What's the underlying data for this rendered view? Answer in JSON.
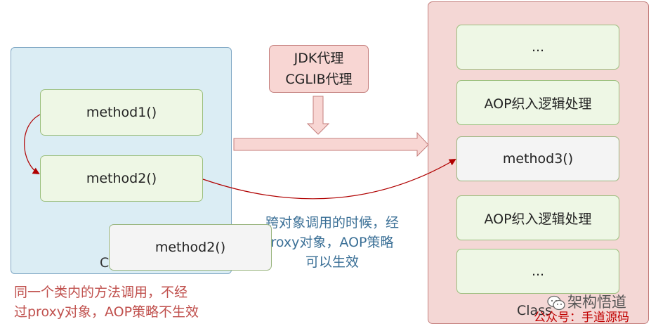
{
  "left_class": {
    "label": "C",
    "method1": "method1()",
    "method2": "method2()",
    "caption_line1": "同一个类内的方法调用，不经",
    "caption_line2": "过proxy对象，AOP策略不生效"
  },
  "proxy": {
    "line1": "JDK代理",
    "line2": "CGLIB代理"
  },
  "external_call": {
    "method": "method2()",
    "caption_line1": "跨对象调用的时候，经",
    "caption_line2": "roxy对象，AOP策略",
    "caption_line3": "可以生效"
  },
  "right_class": {
    "label": "Class",
    "items": [
      "...",
      "AOP织入逻辑处理",
      "method3()",
      "AOP织入逻辑处理",
      "..."
    ]
  },
  "watermark": {
    "line1": "架构悟道",
    "line2": "公众号：手道源码"
  },
  "colors": {
    "red_text": "#c0504d",
    "arrow_red": "#b00000",
    "pink_fill": "#f4d7d5"
  }
}
